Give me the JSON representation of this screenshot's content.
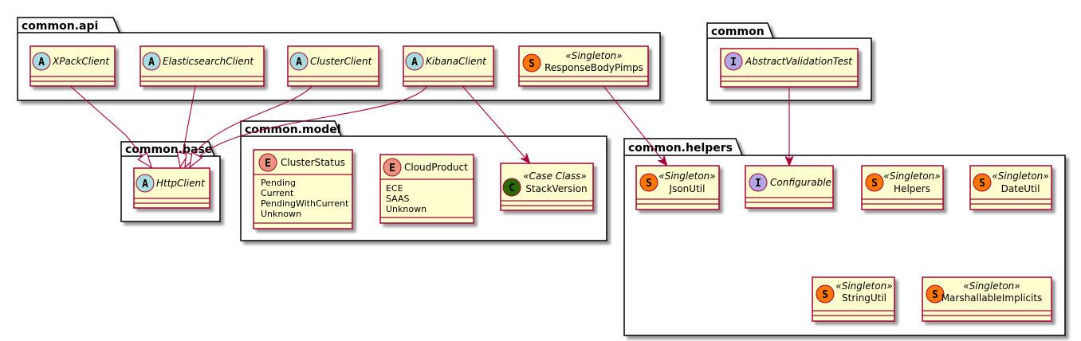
{
  "packages": {
    "api": "common.api",
    "base": "common.base",
    "model": "common.model",
    "common": "common",
    "helpers": "common.helpers"
  },
  "classes": {
    "xpack": {
      "name": "XPackClient",
      "badge": "A"
    },
    "es": {
      "name": "ElasticsearchClient",
      "badge": "A"
    },
    "cluster": {
      "name": "ClusterClient",
      "badge": "A"
    },
    "kibana": {
      "name": "KibanaClient",
      "badge": "A"
    },
    "rbp": {
      "name": "ResponseBodyPimps",
      "badge": "S",
      "stereotype": "«Singleton»"
    },
    "http": {
      "name": "HttpClient",
      "badge": "A"
    },
    "clusterstatus": {
      "name": "ClusterStatus",
      "badge": "E",
      "literals": [
        "Pending",
        "Current",
        "PendingWithCurrent",
        "Unknown"
      ]
    },
    "cloudproduct": {
      "name": "CloudProduct",
      "badge": "E",
      "literals": [
        "ECE",
        "SAAS",
        "Unknown"
      ]
    },
    "stackversion": {
      "name": "StackVersion",
      "badge": "C",
      "stereotype": "«Case Class»"
    },
    "avt": {
      "name": "AbstractValidationTest",
      "badge": "I"
    },
    "jsonutil": {
      "name": "JsonUtil",
      "badge": "S",
      "stereotype": "«Singleton»"
    },
    "configurable": {
      "name": "Configurable",
      "badge": "I"
    },
    "helpers": {
      "name": "Helpers",
      "badge": "S",
      "stereotype": "«Singleton»"
    },
    "dateutil": {
      "name": "DateUtil",
      "badge": "S",
      "stereotype": "«Singleton»"
    },
    "stringutil": {
      "name": "StringUtil",
      "badge": "S",
      "stereotype": "«Singleton»"
    },
    "marshallable": {
      "name": "MarshallableImplicits",
      "badge": "S",
      "stereotype": "«Singleton»"
    }
  },
  "colors": {
    "class_fill": "#FEFECE",
    "class_border": "#A80036",
    "abstract_badge": "#A9DCDF",
    "singleton_badge": "#FF7700",
    "enum_badge": "#EB937F",
    "interface_badge": "#B4A7E5",
    "case_class_badge": "#2A6A00",
    "edge": "#A80036"
  }
}
